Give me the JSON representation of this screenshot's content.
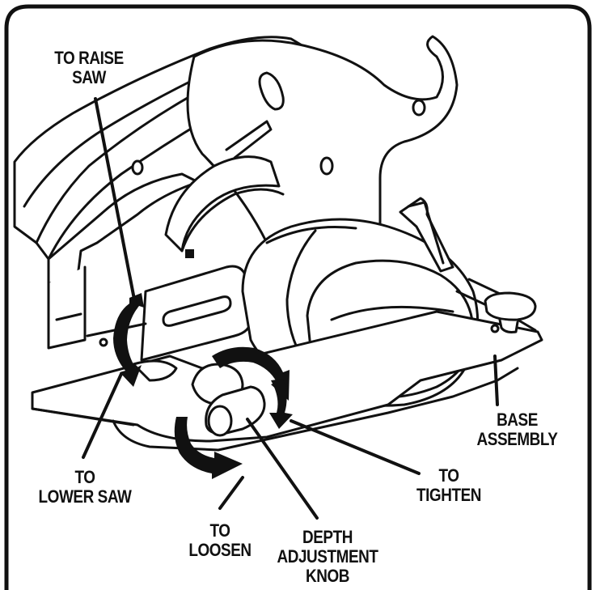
{
  "figure": {
    "colors": {
      "ink": "#111111",
      "paper": "#ffffff",
      "shade": "#e6e6e6"
    }
  },
  "labels": {
    "to_raise_saw": [
      "TO RAISE",
      "SAW"
    ],
    "to_lower_saw": [
      "TO",
      "LOWER SAW"
    ],
    "to_loosen": [
      "TO",
      "LOOSEN"
    ],
    "depth_adjustment_knob": [
      "DEPTH",
      "ADJUSTMENT",
      "KNOB"
    ],
    "to_tighten": [
      "TO",
      "TIGHTEN"
    ],
    "base_assembly": [
      "BASE",
      "ASSEMBLY"
    ]
  }
}
